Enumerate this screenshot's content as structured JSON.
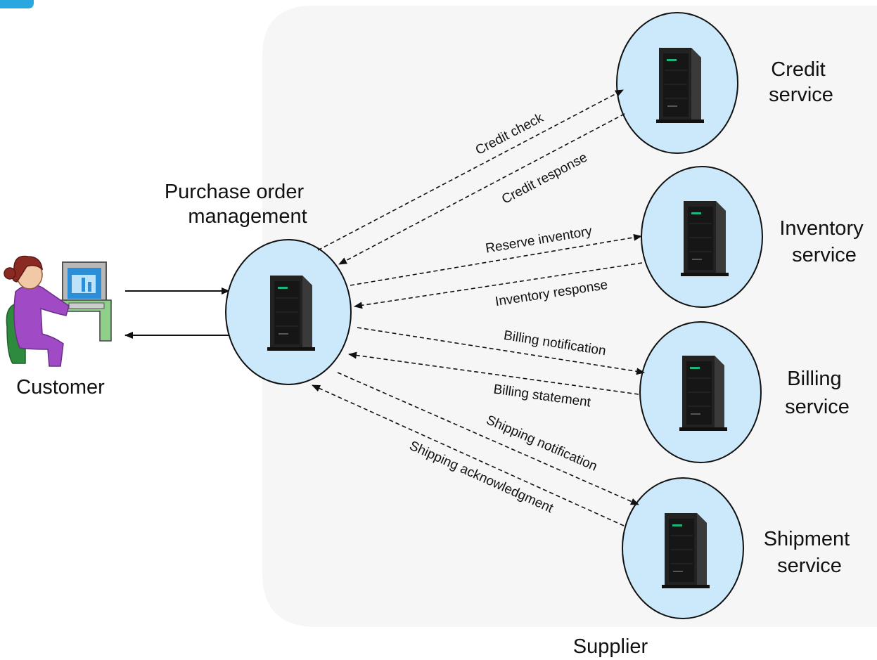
{
  "region": {
    "label": "Supplier"
  },
  "customer": {
    "label": "Customer"
  },
  "hub": {
    "label_lines": [
      "Purchase order",
      "management"
    ]
  },
  "services": [
    {
      "id": "credit",
      "label_lines": [
        "Credit",
        "service"
      ]
    },
    {
      "id": "inventory",
      "label_lines": [
        "Inventory",
        "service"
      ]
    },
    {
      "id": "billing",
      "label_lines": [
        "Billing",
        "service"
      ]
    },
    {
      "id": "shipment",
      "label_lines": [
        "Shipment",
        "service"
      ]
    }
  ],
  "messages": {
    "credit_check": "Credit check",
    "credit_response": "Credit response",
    "reserve_inventory": "Reserve inventory",
    "inventory_response": "Inventory response",
    "billing_notification": "Billing notification",
    "billing_statement": "Billing statement",
    "shipping_notification": "Shipping notification",
    "shipping_acknowledgment": "Shipping acknowledgment"
  },
  "colors": {
    "region_fill": "#f6f6f6",
    "node_fill": "#cce9fb",
    "node_stroke": "#111111",
    "server_body": "#2a2a2a",
    "server_led": "#1fb57a",
    "accent_corner": "#29a8e0"
  }
}
